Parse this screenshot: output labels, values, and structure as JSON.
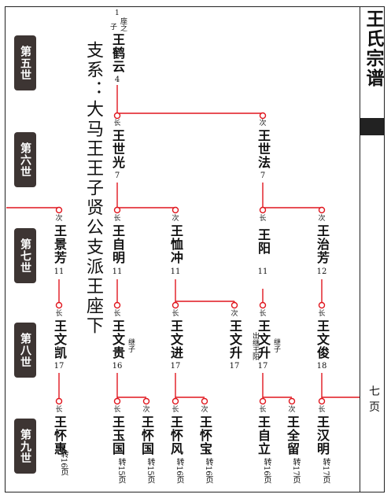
{
  "book_title": "王氏宗谱",
  "page_label": [
    "七",
    "页"
  ],
  "branch_note": "支系：大马王王子贤公支派王座下",
  "generations": [
    "第五世",
    "第六世",
    "第七世",
    "第八世",
    "第九世"
  ],
  "top": {
    "index": "1",
    "seat": "座之",
    "seat_prefix": "子",
    "name": "王鹤云",
    "page": "4"
  },
  "nodes": {
    "g6_1": {
      "rel": "长",
      "name": "王世光",
      "page": "7"
    },
    "g6_2": {
      "rel": "次",
      "name": "王世法",
      "page": "7"
    },
    "g7_0": {
      "rel": "次",
      "name": "王景芳",
      "page": "11"
    },
    "g7_1": {
      "rel": "长",
      "name": "王自明",
      "page": "11"
    },
    "g7_2": {
      "rel": "次",
      "name": "王恤冲",
      "page": "11"
    },
    "g7_3": {
      "rel": "长",
      "name": "王阳",
      "page": "11"
    },
    "g7_4": {
      "rel": "次",
      "name": "王治芳",
      "page": "12"
    },
    "g8_0": {
      "rel": "长",
      "name": "王文凯",
      "page": "17"
    },
    "g8_1": {
      "rel": "长",
      "name": "王文贵",
      "page": "16",
      "note": "继子"
    },
    "g8_2": {
      "rel": "长",
      "name": "王文进",
      "page": "17"
    },
    "g8_3": {
      "rel": "次",
      "name": "王文升",
      "page": "17",
      "note": "出继王阳"
    },
    "g8_4": {
      "rel": "长",
      "name": "王文升",
      "page": "17",
      "note": "继子"
    },
    "g8_5": {
      "rel": "长",
      "name": "王文俊",
      "page": "18"
    },
    "g9_0": {
      "rel": "长",
      "name": "王怀惠",
      "ref": "转16页"
    },
    "g9_1": {
      "rel": "长",
      "name": "王玉国",
      "ref": "转15页"
    },
    "g9_2": {
      "rel": "次",
      "name": "王怀国",
      "ref": "转15页"
    },
    "g9_3": {
      "rel": "长",
      "name": "王怀风",
      "ref": "转16页"
    },
    "g9_4": {
      "rel": "次",
      "name": "王怀宝",
      "ref": "转16页"
    },
    "g9_5": {
      "rel": "长",
      "name": "王自立",
      "ref": "转16页"
    },
    "g9_6": {
      "rel": "次",
      "name": "王全留",
      "ref": "转17页"
    },
    "g9_7": {
      "rel": "长",
      "name": "王汉明",
      "ref": "转17页"
    }
  },
  "colors": {
    "line": "#e0161e",
    "gen_bg": "#3d3533",
    "frame": "#222222"
  }
}
